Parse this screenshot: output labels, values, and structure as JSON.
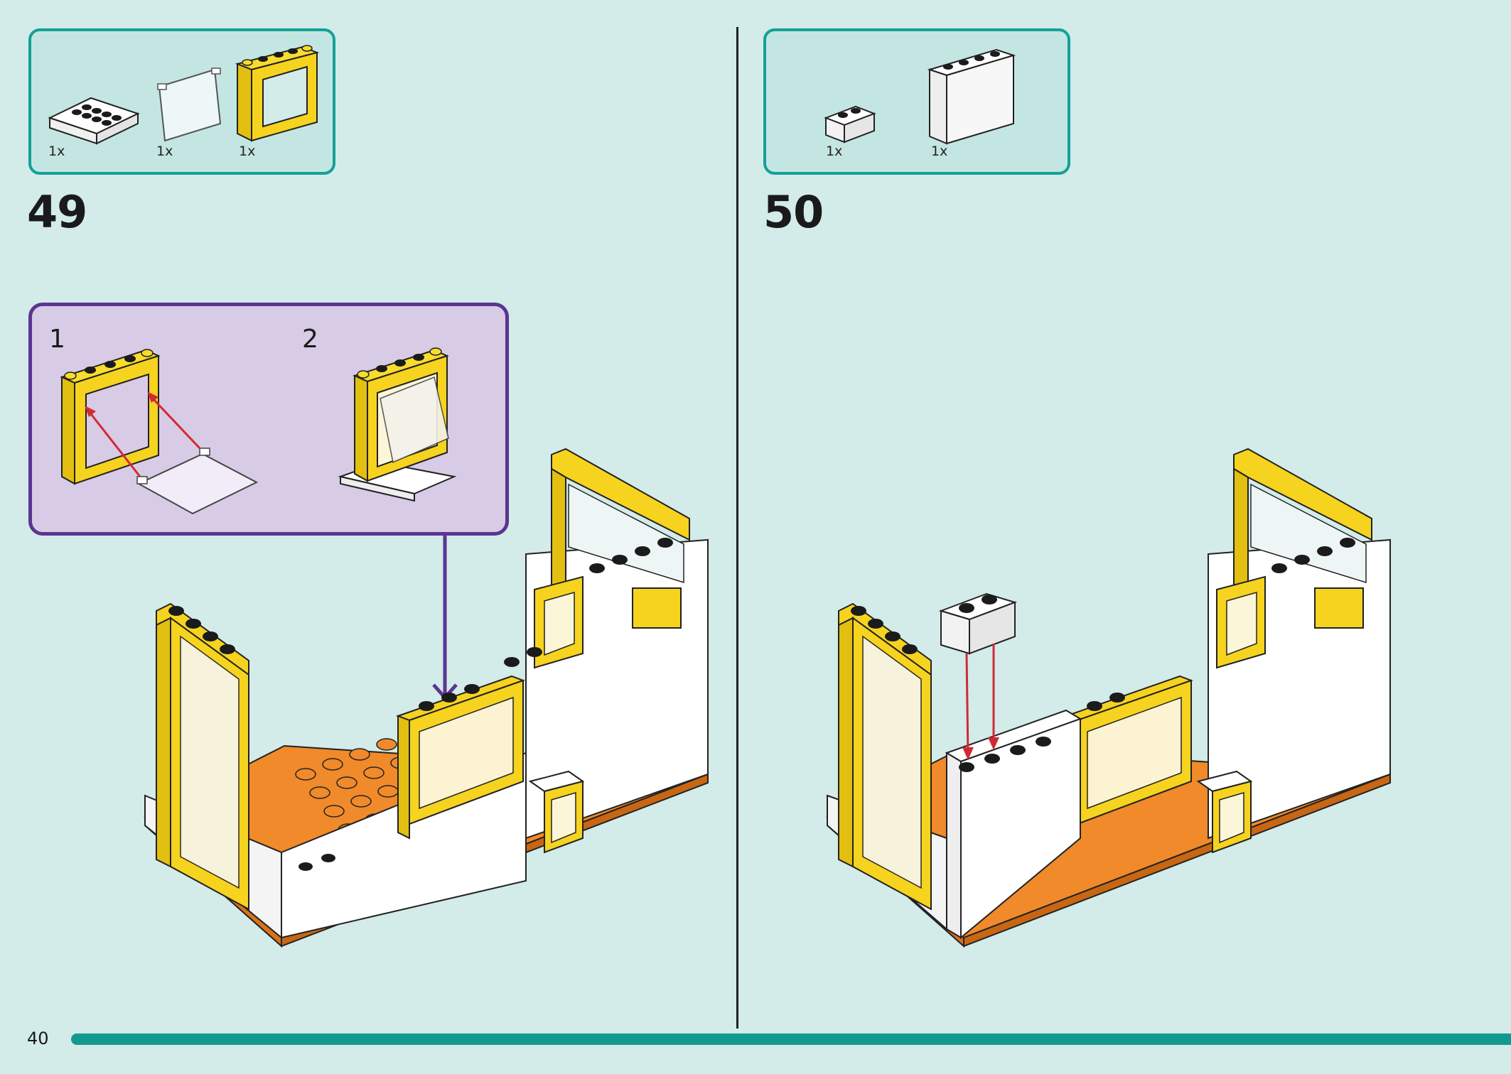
{
  "page": {
    "number": "40",
    "progress_fraction": 1.0
  },
  "steps": [
    {
      "number": "49",
      "parts": [
        {
          "qty": "1x",
          "icon": "brick-2x4-white-icon"
        },
        {
          "qty": "1x",
          "icon": "window-glass-icon"
        },
        {
          "qty": "1x",
          "icon": "window-frame-yellow-icon"
        }
      ],
      "substeps": [
        "1",
        "2"
      ]
    },
    {
      "number": "50",
      "parts": [
        {
          "qty": "1x",
          "icon": "brick-1x2-white-icon"
        },
        {
          "qty": "1x",
          "icon": "panel-1x4x3-white-icon"
        }
      ]
    }
  ],
  "colors": {
    "background": "#d3ebe9",
    "parts_border": "#14a199",
    "callout_border": "#5b3591",
    "callout_fill": "#d8cbe6",
    "brick_yellow": "#f6d31f",
    "brick_orange": "#f08a2a",
    "arrow_red": "#d02a36",
    "progress": "#139a90"
  }
}
